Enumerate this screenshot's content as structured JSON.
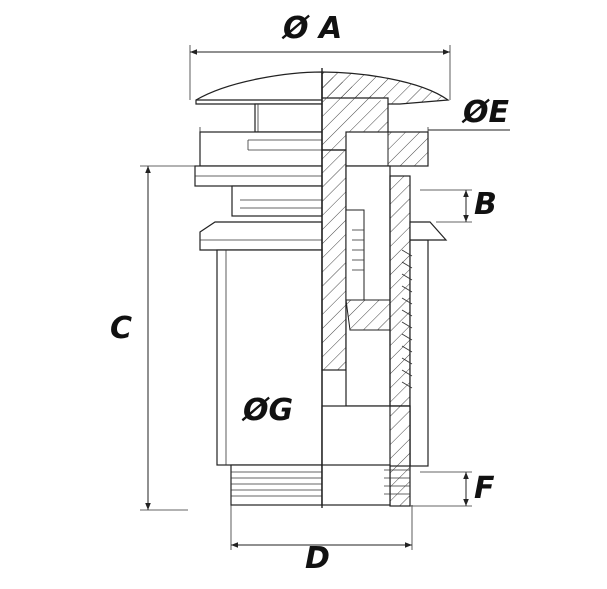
{
  "labels": {
    "dia_a": "Ø A",
    "dia_e": "ØE",
    "b": "B",
    "c": "C",
    "dia_g": "ØG",
    "f": "F",
    "d": "D"
  },
  "colors": {
    "line": "#222222",
    "background": "#ffffff"
  }
}
